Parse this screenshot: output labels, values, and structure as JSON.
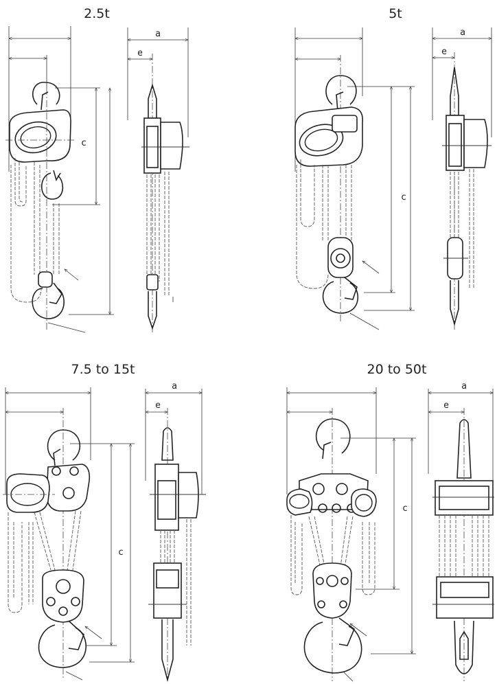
{
  "panels": {
    "p1": {
      "title": "2.5t",
      "dim_a": "a",
      "dim_e": "e",
      "dim_c": "c"
    },
    "p2": {
      "title": "5t",
      "dim_a": "a",
      "dim_e": "e",
      "dim_c": "c"
    },
    "p3": {
      "title": "7.5 to 15t",
      "dim_a": "a",
      "dim_e": "e",
      "dim_c": "c"
    },
    "p4": {
      "title": "20 to 50t",
      "dim_a": "a",
      "dim_e": "e",
      "dim_c": "c"
    }
  },
  "colors": {
    "line": "#222222",
    "background": "#ffffff"
  }
}
